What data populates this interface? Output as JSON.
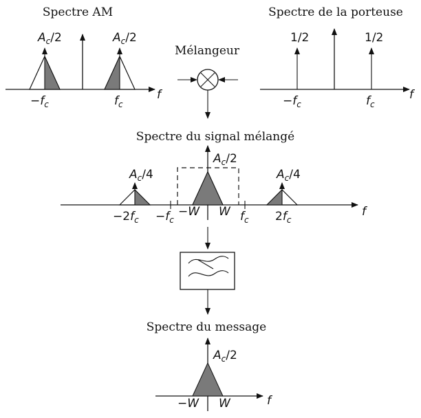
{
  "titles": {
    "am_spectrum": "Spectre AM",
    "carrier_spectrum": "Spectre de la porteuse",
    "mixer": "Mélangeur",
    "mixed_spectrum": "Spectre du signal mélangé",
    "message_spectrum": "Spectre du message"
  },
  "am": {
    "amp_left": "A/2",
    "amp_right": "A/2",
    "tick_left": "−f",
    "tick_right": "f",
    "axis": "f"
  },
  "carrier": {
    "amp_left": "1/2",
    "amp_right": "1/2",
    "tick_left": "−f",
    "tick_right": "f",
    "axis": "f"
  },
  "mixed": {
    "amp_left": "A/4",
    "amp_center": "A/2",
    "amp_right": "A/4",
    "tick_m2fc": "−2f",
    "tick_mfc": "−f",
    "tick_mW": "−W",
    "tick_W": "W",
    "tick_fc": "f",
    "tick_2fc": "2f",
    "axis": "f"
  },
  "message": {
    "amp": "A/2",
    "tick_mW": "−W",
    "tick_W": "W",
    "axis": "f"
  },
  "symbols": {
    "amplitude": "A",
    "amp_sub": "c",
    "freq_sub": "c"
  },
  "icons": [
    "multiply-icon",
    "lowpass-filter-icon"
  ]
}
